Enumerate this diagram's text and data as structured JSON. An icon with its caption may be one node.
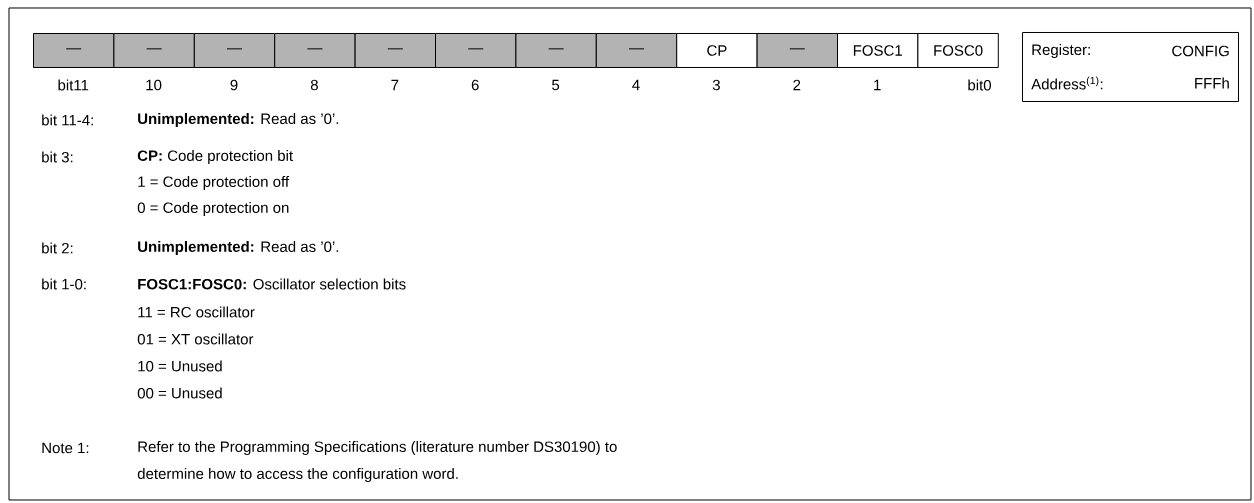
{
  "diagram": {
    "nodes": [
      {
        "text": [
          "—"
        ]
      },
      {
        "text": [
          "—"
        ]
      },
      {
        "text": [
          "—"
        ]
      },
      {
        "text": [
          "—"
        ]
      },
      {
        "text": [
          "—"
        ]
      },
      {
        "text": [
          "—"
        ]
      },
      {
        "text": [
          "—"
        ]
      },
      {
        "text": [
          "—"
        ]
      },
      {
        "text": [
          "CP"
        ]
      },
      {
        "text": [
          "—"
        ]
      },
      {
        "text": [
          "FOSC1"
        ]
      },
      {
        "text": [
          "FOSC0"
        ]
      },
      {
        "text": [
          "Register:",
          "CONFIG",
          "Address$^{(1)}$:",
          "FFFh"
        ]
      }
    ],
    "labels": [
      "bit11",
      "10",
      "9",
      "8",
      "7",
      "6",
      "5",
      "4",
      "3",
      "2",
      "1",
      "bit0",
      "bit 11-4:",
      "**Unimplemented:** Read as ’0’.",
      "bit 3:",
      "**CP:** Code protection bit",
      "1 = Code protection off",
      "0 = Code protection on",
      "bit 2:",
      "**Unimplemented:** Read as ’0’.",
      "bit 1-0:",
      "**FOSC1:FOSC0:** Oscillator selection bits",
      "11 = RC oscillator",
      "01 = XT oscillator",
      "10 = Unused",
      "00 = Unused",
      "Note 1:",
      "Refer to the Programming Specifications (literature number DS30190) to",
      "determine how to access the configuration word."
    ]
  }
}
